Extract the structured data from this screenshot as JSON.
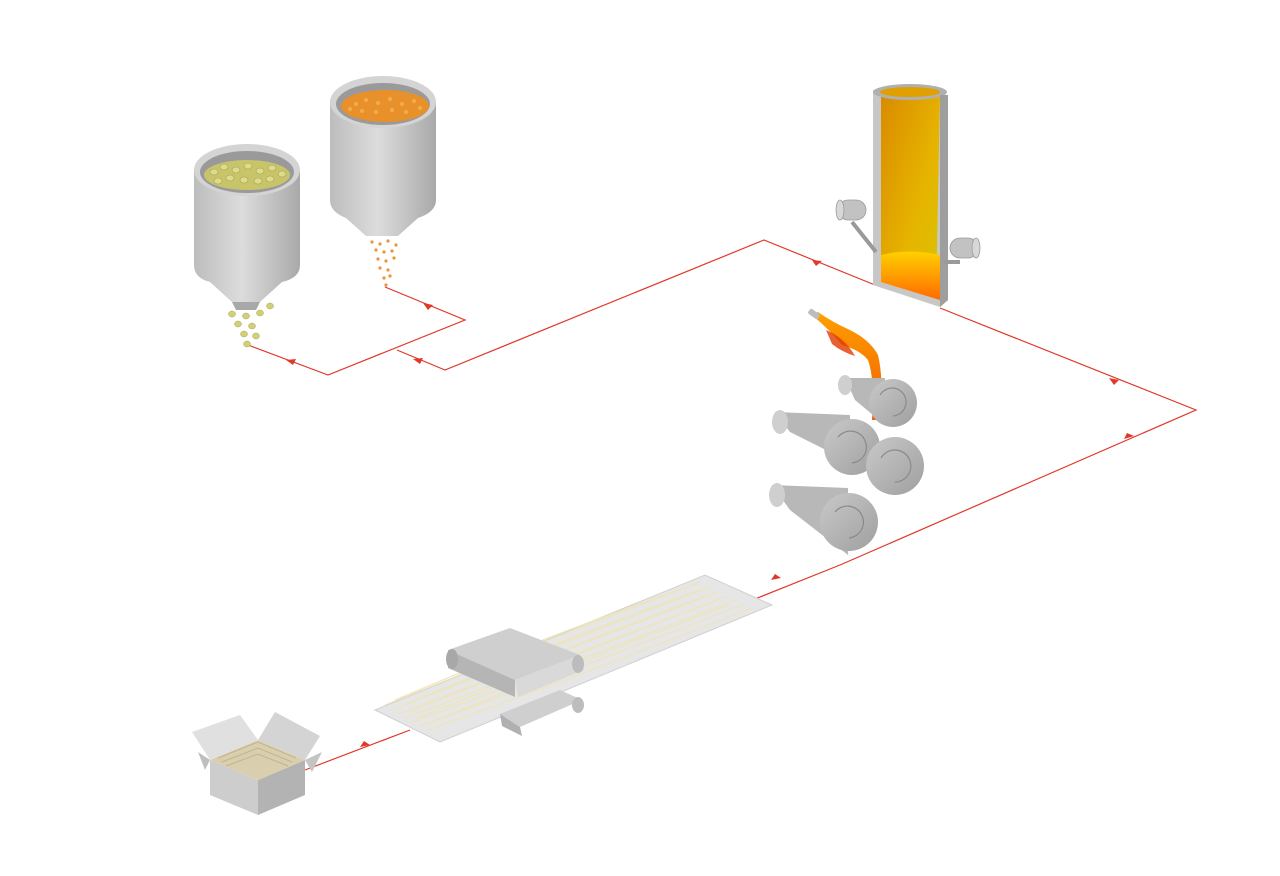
{
  "diagram": {
    "kind": "process-flow",
    "stages": [
      {
        "id": "silo-pellets",
        "icon": "silo-icon",
        "material_color": "#c8c46a"
      },
      {
        "id": "silo-granules",
        "icon": "silo-icon",
        "material_color": "#e8902a"
      },
      {
        "id": "furnace",
        "icon": "furnace-icon",
        "material_color": "#f0b400"
      },
      {
        "id": "spinner",
        "icon": "spinner-wheels-icon",
        "material_color": "#f07800"
      },
      {
        "id": "fiber-conveyor",
        "icon": "conveyor-icon",
        "material_color": "#f3ecc9"
      },
      {
        "id": "packaging-box",
        "icon": "box-icon",
        "material_color": "#d9cfae"
      }
    ],
    "colors": {
      "flow_line": "#e0392a",
      "machine_light": "#d4d4d4",
      "machine_mid": "#b7b7b7",
      "machine_dark": "#9a9a9a",
      "fiber": "#f1e9c6"
    }
  }
}
